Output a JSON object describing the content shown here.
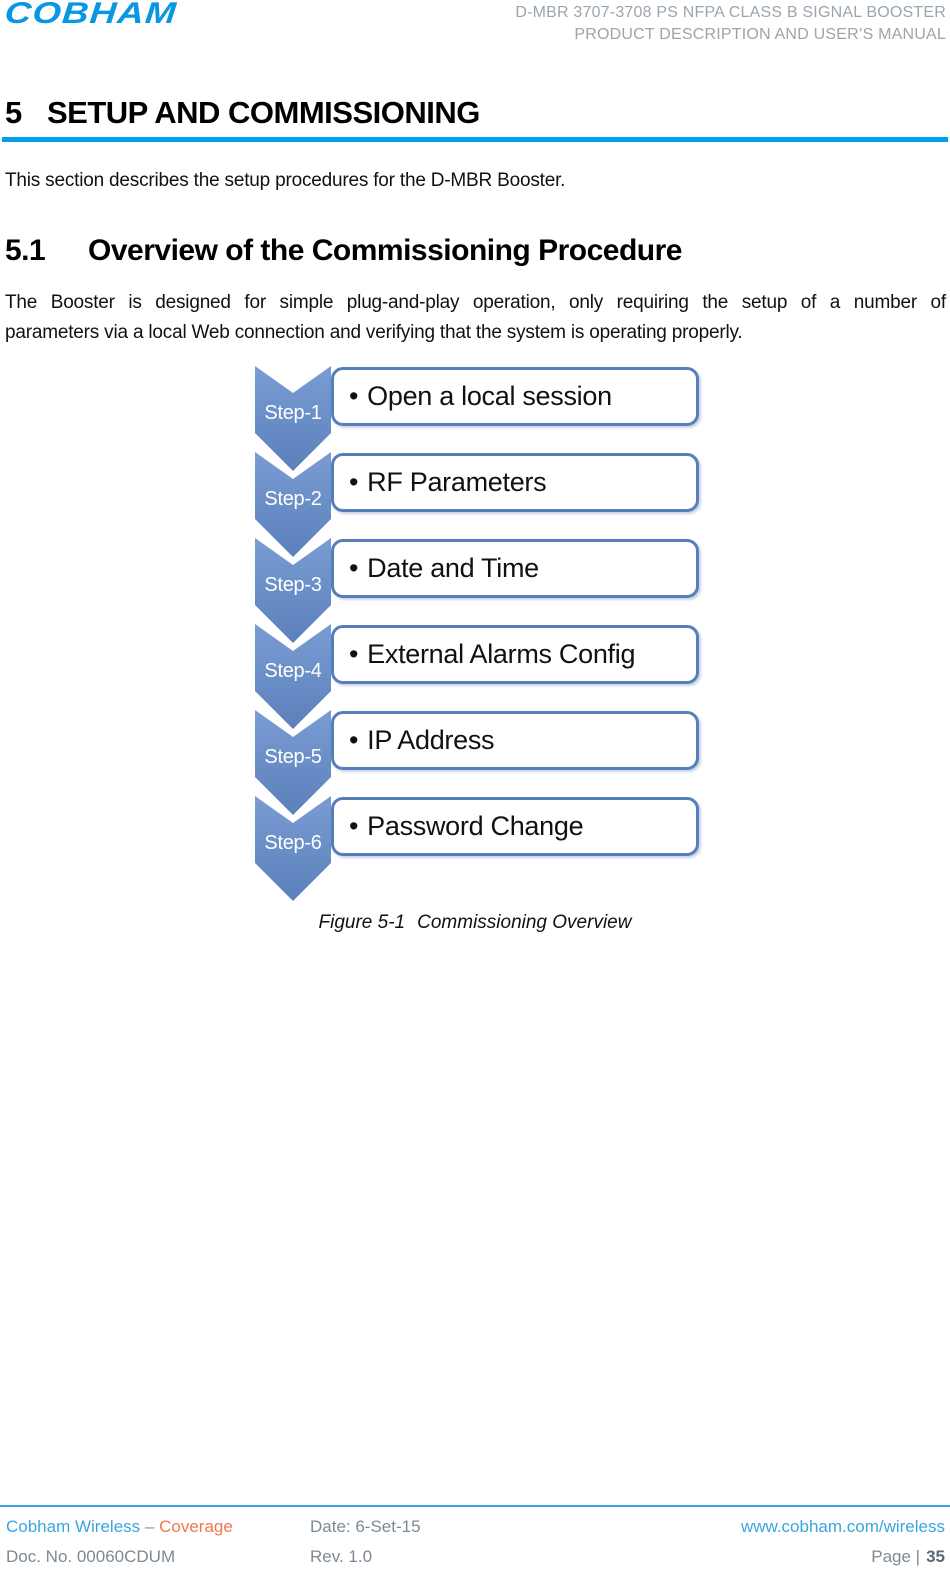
{
  "header": {
    "logo": "COBHAM",
    "title_line1": "D-MBR 3707-3708 PS NFPA CLASS B SIGNAL BOOSTER",
    "title_line2": "PRODUCT DESCRIPTION AND USER’S MANUAL"
  },
  "section": {
    "number": "5",
    "title": "SETUP AND COMMISSIONING",
    "intro": "This section describes the setup procedures for the D-MBR Booster."
  },
  "subsection": {
    "number": "5.1",
    "title": "Overview of the Commissioning Procedure",
    "body_line1": "The Booster is designed for simple plug-and-play operation, only requiring the setup of a number of",
    "body_line2": "parameters via a local Web connection and verifying that the system is operating properly."
  },
  "figure": {
    "bullet": "•",
    "steps": [
      {
        "label": "Step-1",
        "text": "Open a local session"
      },
      {
        "label": "Step-2",
        "text": "RF Parameters"
      },
      {
        "label": "Step-3",
        "text": "Date and Time"
      },
      {
        "label": "Step-4",
        "text": "External Alarms Config"
      },
      {
        "label": "Step-5",
        "text": "IP Address"
      },
      {
        "label": "Step-6",
        "text": "Password Change"
      }
    ],
    "caption_label": "Figure 5-1",
    "caption_text": "Commissioning Overview"
  },
  "footer": {
    "company": "Cobham Wireless",
    "dash": "–",
    "division": "Coverage",
    "date": "Date: 6-Set-15",
    "website": "www.cobham.com/wireless",
    "doc_no": "Doc. No. 00060CDUM",
    "rev": "Rev. 1.0",
    "page_label": "Page |",
    "page_number": "35"
  },
  "colors": {
    "accent_blue_rule": "#00a0e6",
    "chevron_blue": "#6b90ca",
    "box_border_blue": "#567ebb",
    "footer_blue": "#3aa6de",
    "footer_orange": "#f2764e",
    "footer_gray": "#7d8a94",
    "logo_blue": "#0997e3",
    "header_gray": "#9aa5ae"
  }
}
